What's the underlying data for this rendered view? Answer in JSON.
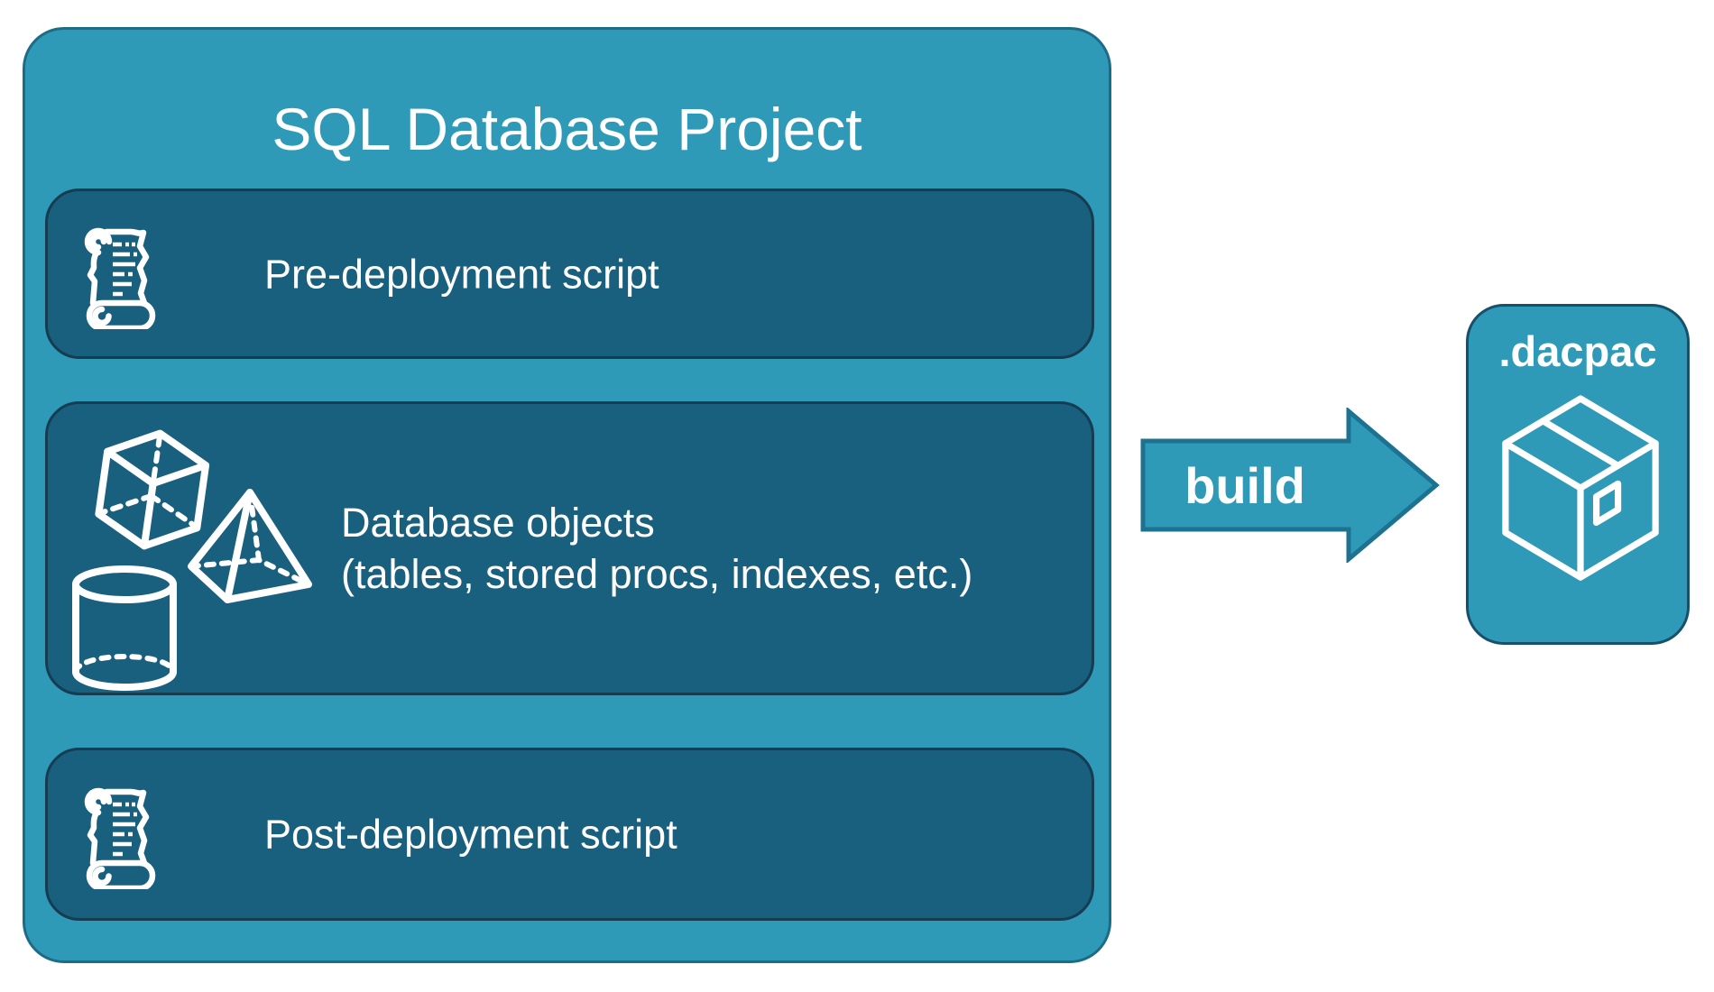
{
  "project": {
    "title": "SQL Database Project",
    "boxes": [
      {
        "id": "pre-deployment",
        "label": "Pre-deployment script",
        "icon": "scroll-icon"
      },
      {
        "id": "database-objects",
        "label": "Database objects",
        "sublabel": "(tables, stored procs, indexes, etc.)",
        "icons": [
          "cube-icon",
          "pyramid-icon",
          "cylinder-icon"
        ]
      },
      {
        "id": "post-deployment",
        "label": "Post-deployment script",
        "icon": "scroll-icon"
      }
    ]
  },
  "build_arrow": {
    "label": "build",
    "direction": "right"
  },
  "dacpac": {
    "label": ".dacpac",
    "icon": "package-icon"
  },
  "colors": {
    "teal": "#2E9AB8",
    "dark_panel": "#195F7E",
    "panel_border": "#163C52",
    "outer_border": "#1E6B86",
    "arrow_border": "#1D7291",
    "text": "#FFFFFF"
  }
}
